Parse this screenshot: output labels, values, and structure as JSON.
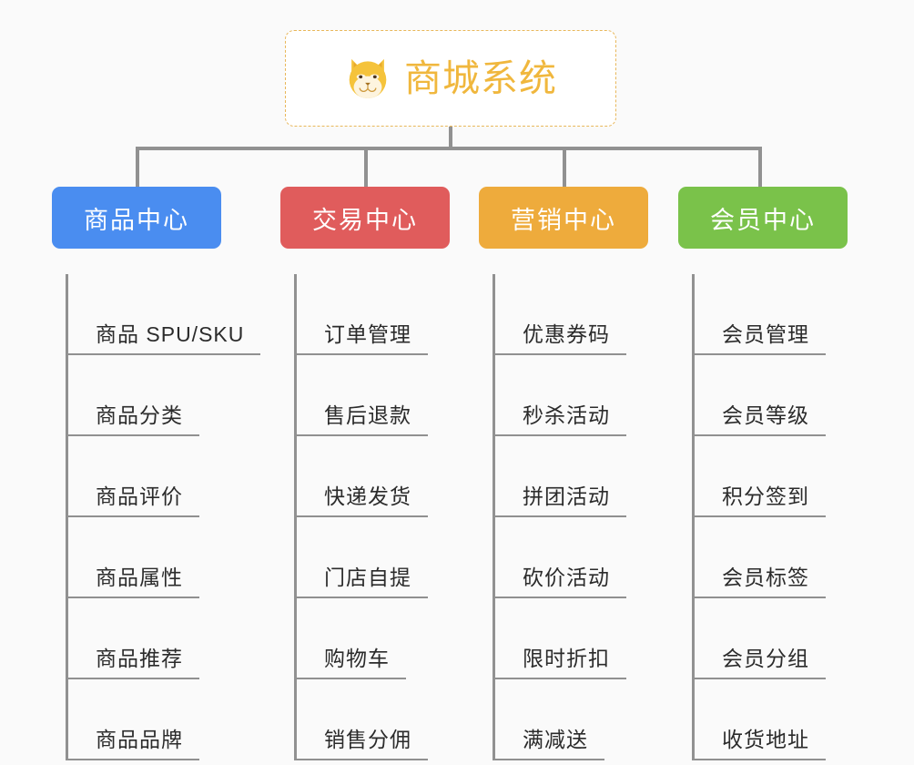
{
  "background_color": "#fafafa",
  "root": {
    "title": "商城系统",
    "icon": "shiba-dog-face-emoji",
    "text_color": "#f0b73d",
    "border_color": "#e8b75a",
    "background": "#ffffff"
  },
  "connector_color": "#919191",
  "categories": [
    {
      "label": "商品中心",
      "color": "#4a8df0",
      "items": [
        "商品 SPU/SKU",
        "商品分类",
        "商品评价",
        "商品属性",
        "商品推荐",
        "商品品牌"
      ]
    },
    {
      "label": "交易中心",
      "color": "#e05c5c",
      "items": [
        "订单管理",
        "售后退款",
        "快递发货",
        "门店自提",
        "购物车",
        "销售分佣"
      ]
    },
    {
      "label": "营销中心",
      "color": "#eeab3c",
      "items": [
        "优惠券码",
        "秒杀活动",
        "拼团活动",
        "砍价活动",
        "限时折扣",
        "满减送"
      ]
    },
    {
      "label": "会员中心",
      "color": "#7ac24a",
      "items": [
        "会员管理",
        "会员等级",
        "积分签到",
        "会员标签",
        "会员分组",
        "收货地址"
      ]
    }
  ]
}
